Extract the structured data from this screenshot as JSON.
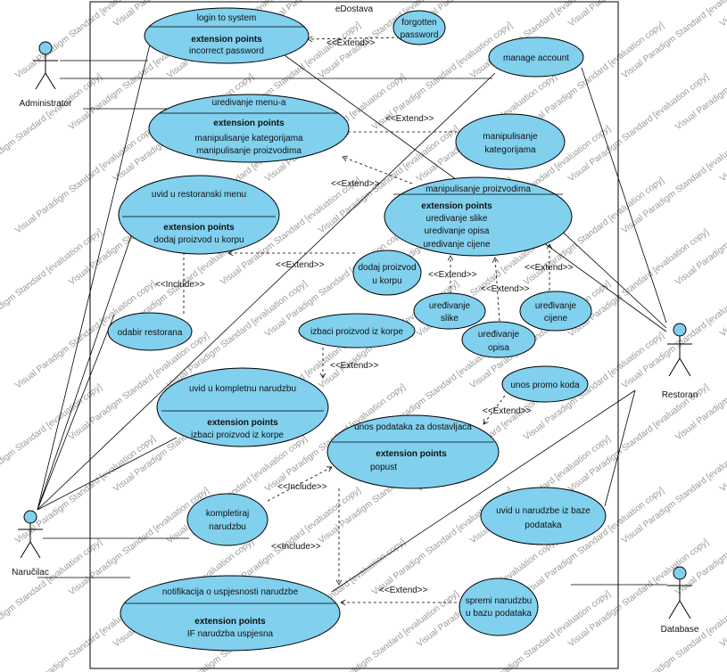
{
  "system": {
    "title": "eDostava"
  },
  "actors": {
    "administrator": "Administrator",
    "restoran": "Restoran",
    "narucilac": "Naručilac",
    "database": "Database"
  },
  "usecases": {
    "login": {
      "title": "login to system",
      "ext_heading": "extension points",
      "ext": "incorrect password"
    },
    "forgotten": {
      "line1": "forgotten",
      "line2": "password"
    },
    "manage": {
      "title": "manage account"
    },
    "menu": {
      "title": "uredivanje menu-a",
      "ext_heading": "extension points",
      "ext1": "manipulisanje kategorijama",
      "ext2": "manipulisanje proizvodima"
    },
    "kategorija": {
      "line1": "manipulisanje",
      "line2": "kategorijama"
    },
    "proizvod": {
      "title": "manipulisanje proizvodima",
      "ext_heading": "extension points",
      "ext1": "uredivanje slike",
      "ext2": "uredivanje opisa",
      "ext3": "uredivanje cijene"
    },
    "uvid_menu": {
      "title": "uvid u restoranski menu",
      "ext_heading": "extension points",
      "ext": "dodaj proizvod u korpu"
    },
    "dodaj": {
      "line1": "dodaj proizvod",
      "line2": "u korpu"
    },
    "slike": {
      "line1": "uređivanje",
      "line2": "slike"
    },
    "opisa": {
      "line1": "uređivanje",
      "line2": "opisa"
    },
    "cijene": {
      "line1": "uređivanje",
      "line2": "cijene"
    },
    "odabir": {
      "title": "odabir restorana"
    },
    "izbaci": {
      "title": "izbaci proizvod iz korpe"
    },
    "uvid_narudzbu": {
      "title": "uvid u kompletnu narudzbu",
      "ext_heading": "extension points",
      "ext": "izbaci proizvod iz korpe"
    },
    "promo": {
      "title": "unos promo koda"
    },
    "unos_podataka": {
      "title": "unos podataka za dostavljaca",
      "ext_heading": "extension points",
      "ext": "popust"
    },
    "kompletiraj": {
      "line1": "kompletiraj",
      "line2": "narudzbu"
    },
    "uvid_baza": {
      "line1": "uvid u narudzbe iz baze",
      "line2": "podataka"
    },
    "notifikacija": {
      "title": "notifikacija o uspjesnosti narudzbe",
      "ext_heading": "extension points",
      "ext": "IF narudzba uspjesna"
    },
    "spremi": {
      "line1": "spremi narudzbu",
      "line2": "u bazu podataka"
    }
  },
  "relations": {
    "extend": "<<Extend>>",
    "include": "<<Include>>"
  },
  "watermark": "Visual Paradigm Standard [evaluation copy]",
  "colors": {
    "usecase_fill": "#80d0ee",
    "stroke": "#000000",
    "watermark": "#9a9a9a"
  }
}
